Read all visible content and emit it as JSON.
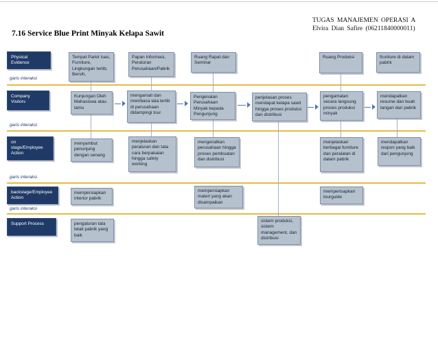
{
  "header": {
    "line1": "TUGAS MANAJEMEN OPERASI A",
    "line2": "Elvira Dian Safire (06211840000011)"
  },
  "title": "7.16 Service Blue Print Minyak Kelapa Sawit",
  "garis_label": "garis interaksi",
  "lane_labels": {
    "physical_evidence": "Physical\nEvidence",
    "company_visitors": "Company\nVisitors",
    "onstage": "on\nstage/Employee\nAction",
    "backstage": "backstage/Employee\nAction",
    "support": "Support Process"
  },
  "boxes": {
    "tempat_parkir": "Tempat Parkir luas, Furniture, Lingkungan tertib, Bersih,",
    "papan_informasi": "Papan Informasi, Peraturan Perusahaan/Pabrik",
    "ruang_rapat": "Ruang Rapat dan Seminar",
    "ruang_produksi": "Ruang Produksi",
    "fruniture": "fruniture di dalam pabrik",
    "kunjungan": "Kunjungan Oleh Mahasiswa atau tamu",
    "mengamati": "mengamati dan membaca tata tertib di perusahaan didampingi tour",
    "pengenalan": "Pengenalan Perusahaan Minyak kepada Pengunjung",
    "penjelasan_proses": "penjelasan proses mendapat kelapa sawit hingga proses produksi dan distribusi",
    "pengamatan": "pengamatan secara langsung proses produksi minyak",
    "mendapatkan_resume": "mendapatkan resume dan buah tangan dari pabrik",
    "menyambut": "menyambut penunjung dengan senang",
    "menjelaskan_peraturan": "menjelaskan peraturan dan tata cara berpakaian hingga safety working",
    "mengenalkan": "mengenalkan perusahaan hingga proses pembuatan dan distribusi",
    "menjelaskan_furniture": "menjelaskan berbagai furniture dan peralatan di dalam pabrik",
    "mendapatkan_respon": "mendapatkan respon yang baik dari pengunjung",
    "mempersiapkan_interior": "mempersiapkan interior pabrik",
    "mempersiapkan_materi": "mempersiapkan materi yang akan disampaikan",
    "memperisapkan_tourguide": "memperisapkan tourguide",
    "pengaturan_tata": "pengaturan tata letak pabrik yang baik",
    "sistem_produksi": "sistem produksi, sistem management, dan distribusi"
  },
  "colors": {
    "lane_label_bg": "#1f3a66",
    "lane_label_border": "#31507e",
    "box_fill": "#b6c1ce",
    "box_border": "#7d90a9",
    "box_text": "#17212e",
    "interaction_line": "#e4ba44",
    "connector": "#a0b2ca",
    "arrow": "#4e79b0"
  }
}
